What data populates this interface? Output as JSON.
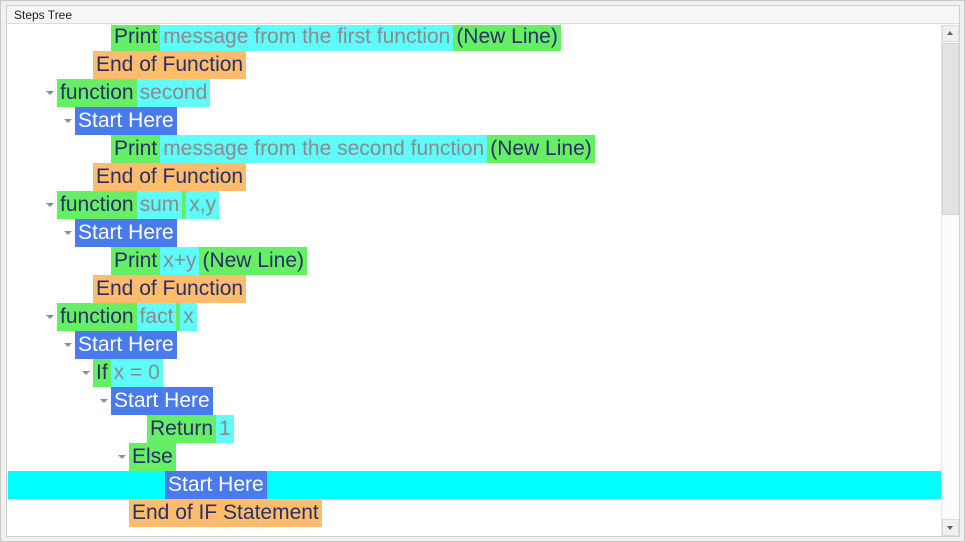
{
  "window": {
    "title": "Steps Tree"
  },
  "scrollbar": {
    "up_arrow": "scroll-up-arrow",
    "down_arrow": "scroll-down-arrow",
    "thumb": "scroll-thumb"
  },
  "colors": {
    "keyword_bg": "#66ee66",
    "keyword_fg": "#2a2f66",
    "argument_bg": "#5ffcfc",
    "argument_fg": "#8a8a8a",
    "end_bg": "#fdbd6d",
    "end_fg": "#2a2f66",
    "start_bg": "#4a7bec",
    "start_fg": "#ffffff",
    "selection_bg": "#00ffff"
  },
  "tree": {
    "rows": [
      {
        "indent": 5,
        "expander": false,
        "selected": false,
        "tokens": [
          {
            "text": "Print",
            "style": "kw"
          },
          {
            "text": "message from the first function",
            "style": "arg"
          },
          {
            "text": "(New Line)",
            "style": "nl"
          }
        ]
      },
      {
        "indent": 4,
        "expander": false,
        "selected": false,
        "tokens": [
          {
            "text": "End of Function",
            "style": "endfn"
          }
        ]
      },
      {
        "indent": 2,
        "expander": true,
        "selected": false,
        "tokens": [
          {
            "text": "function",
            "style": "kw"
          },
          {
            "text": "second",
            "style": "arg"
          }
        ]
      },
      {
        "indent": 3,
        "expander": true,
        "selected": false,
        "tokens": [
          {
            "text": "Start Here",
            "style": "start"
          }
        ]
      },
      {
        "indent": 5,
        "expander": false,
        "selected": false,
        "tokens": [
          {
            "text": "Print",
            "style": "kw"
          },
          {
            "text": "message from the second function",
            "style": "arg"
          },
          {
            "text": "(New Line)",
            "style": "nl"
          }
        ]
      },
      {
        "indent": 4,
        "expander": false,
        "selected": false,
        "tokens": [
          {
            "text": "End of Function",
            "style": "endfn"
          }
        ]
      },
      {
        "indent": 2,
        "expander": true,
        "selected": false,
        "tokens": [
          {
            "text": "function",
            "style": "kw"
          },
          {
            "text": "sum",
            "style": "arg"
          },
          {
            "text": "",
            "style": "sep"
          },
          {
            "text": "x,y",
            "style": "arg"
          }
        ]
      },
      {
        "indent": 3,
        "expander": true,
        "selected": false,
        "tokens": [
          {
            "text": "Start Here",
            "style": "start"
          }
        ]
      },
      {
        "indent": 5,
        "expander": false,
        "selected": false,
        "tokens": [
          {
            "text": "Print",
            "style": "kw"
          },
          {
            "text": "x+y",
            "style": "arg"
          },
          {
            "text": "(New Line)",
            "style": "nl"
          }
        ]
      },
      {
        "indent": 4,
        "expander": false,
        "selected": false,
        "tokens": [
          {
            "text": "End of Function",
            "style": "endfn"
          }
        ]
      },
      {
        "indent": 2,
        "expander": true,
        "selected": false,
        "tokens": [
          {
            "text": "function",
            "style": "kw"
          },
          {
            "text": "fact",
            "style": "arg"
          },
          {
            "text": "",
            "style": "sep"
          },
          {
            "text": "x",
            "style": "arg"
          }
        ]
      },
      {
        "indent": 3,
        "expander": true,
        "selected": false,
        "tokens": [
          {
            "text": "Start Here",
            "style": "start"
          }
        ]
      },
      {
        "indent": 4,
        "expander": true,
        "selected": false,
        "tokens": [
          {
            "text": "If",
            "style": "kw"
          },
          {
            "text": "x = 0",
            "style": "arg"
          }
        ]
      },
      {
        "indent": 5,
        "expander": true,
        "selected": false,
        "tokens": [
          {
            "text": "Start Here",
            "style": "start"
          }
        ]
      },
      {
        "indent": 7,
        "expander": false,
        "selected": false,
        "tokens": [
          {
            "text": "Return",
            "style": "kw"
          },
          {
            "text": "1",
            "style": "arg"
          }
        ]
      },
      {
        "indent": 6,
        "expander": true,
        "selected": false,
        "tokens": [
          {
            "text": "Else",
            "style": "kw"
          }
        ]
      },
      {
        "indent": 8,
        "expander": false,
        "selected": true,
        "tokens": [
          {
            "text": "Start Here",
            "style": "start"
          }
        ]
      },
      {
        "indent": 6,
        "expander": false,
        "selected": false,
        "tokens": [
          {
            "text": "End of IF Statement",
            "style": "endfn"
          }
        ]
      }
    ]
  }
}
